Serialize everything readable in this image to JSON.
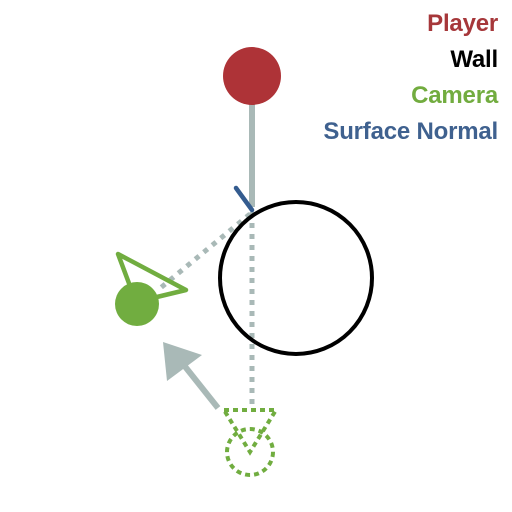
{
  "legend": {
    "items": [
      {
        "label": "Player",
        "color": "#a6373a"
      },
      {
        "label": "Wall",
        "color": "#000000"
      },
      {
        "label": "Camera",
        "color": "#72ac3f"
      },
      {
        "label": "Surface Normal",
        "color": "#3f618f"
      }
    ]
  },
  "colors": {
    "ray": "#a9b9b7",
    "player": "#ae3337",
    "wall": "#000000",
    "camera": "#71ad40",
    "normal": "#345c8f"
  },
  "icons": {
    "player": "filled-circle",
    "wall": "outline-circle",
    "camera": "camera-frustum-icon",
    "camera_previous": "dotted-camera-frustum-icon",
    "movement": "arrow-icon"
  }
}
